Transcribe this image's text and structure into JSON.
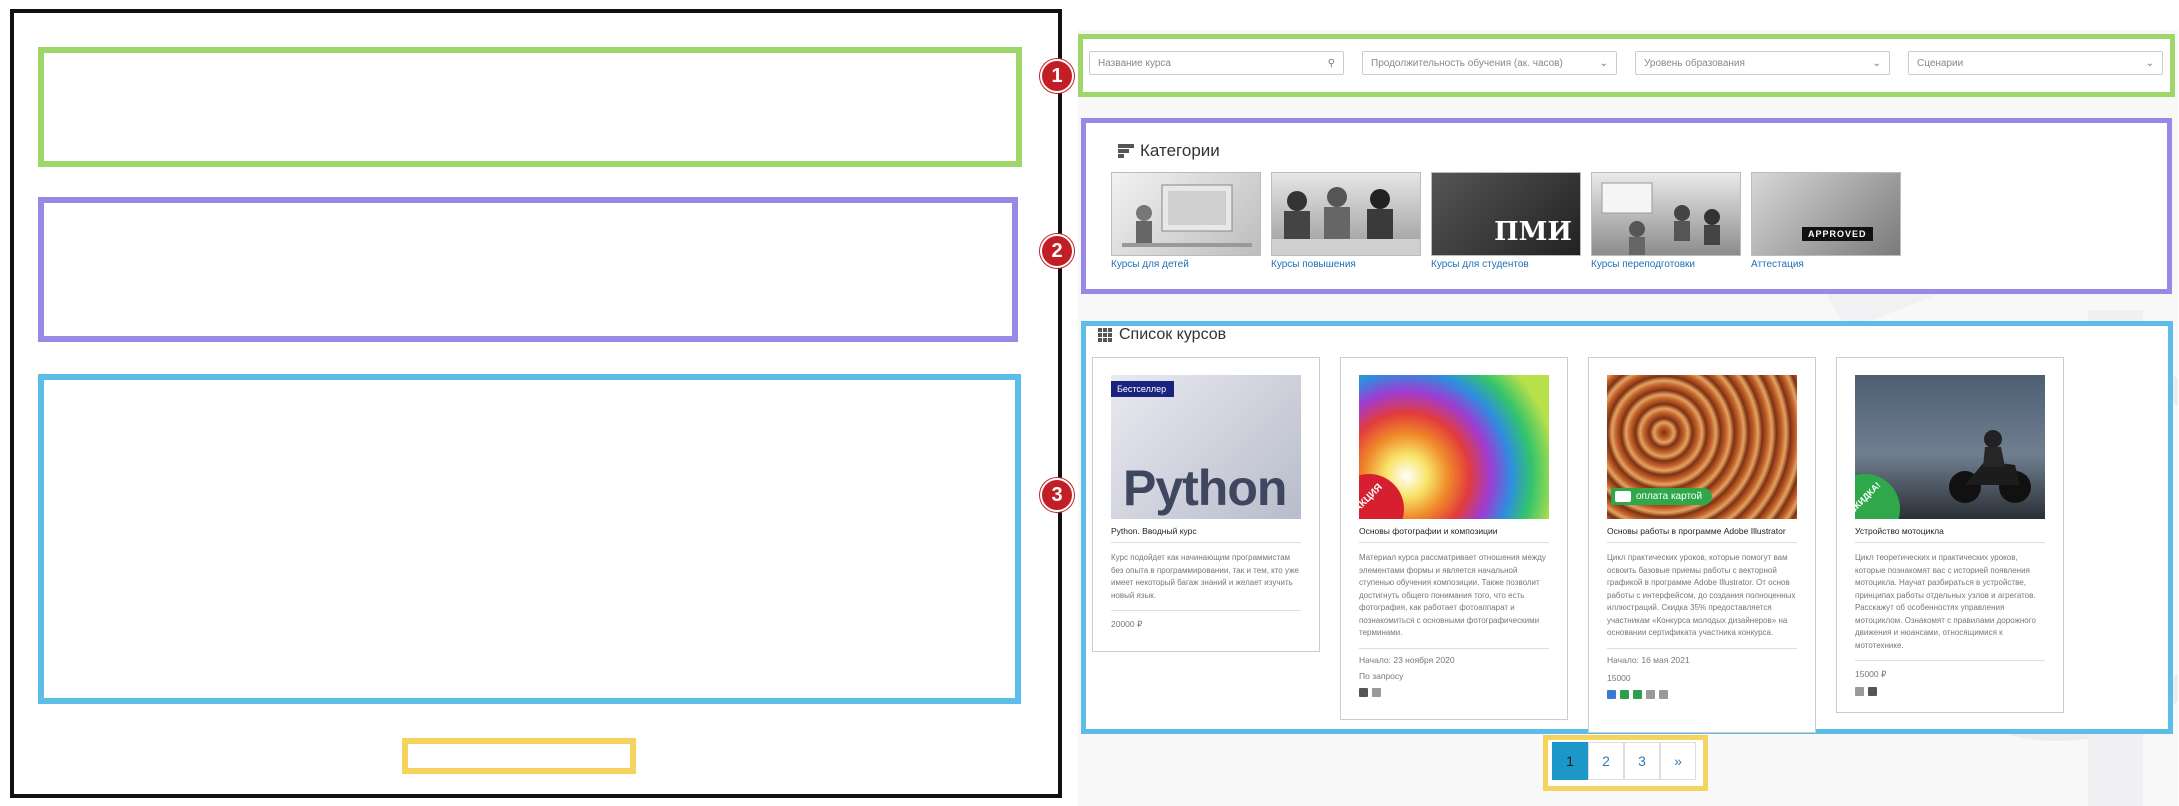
{
  "markers": [
    "1",
    "2",
    "3"
  ],
  "filters": {
    "search_placeholder": "Название курса",
    "duration": "Продолжительность обучения (ак. часов)",
    "level": "Уровень образования",
    "scenario": "Сценарии"
  },
  "categories": {
    "title": "Категории",
    "items": [
      {
        "label": "Курсы для детей"
      },
      {
        "label": "Курсы повышения"
      },
      {
        "label": "Курсы для студентов",
        "overlay": "ПМИ"
      },
      {
        "label": "Курсы переподготовки"
      },
      {
        "label": "Аттестация",
        "overlay": "APPROVED"
      }
    ]
  },
  "courses": {
    "title": "Список курсов",
    "items": [
      {
        "badge": "Бестселлер",
        "image_text": "Python",
        "title": "Python. Вводный курс",
        "desc": "Курс подойдет как начинающим программистам без опыта в программировании, так и тем, кто уже имеет некоторый багаж знаний и желает изучить новый язык.",
        "start": "",
        "request": "",
        "price": "20000 ₽"
      },
      {
        "corner": "АКЦИЯ",
        "title": "Основы фотографии и композиции",
        "desc": "Материал курса рассматривает отношения между элементами формы и является начальной ступенью обучения композиции. Также позволит достигнуть общего понимания того, что есть фотография, как работает фотоаппарат и познакомиться с основными фотографическими терминами.",
        "start": "Начало: 23 ноября 2020",
        "request": "По запросу",
        "price": ""
      },
      {
        "pay": "оплата картой",
        "title": "Основы работы в программе Adobe Illustrator",
        "desc": "Цикл практических уроков, которые помогут вам освоить базовые приемы работы с векторной графикой в программе Adobe Illustrator. От основ работы с интерфейсом, до создания полноценных иллюстраций. Скидка 35% предоставляется участникам «Конкурса молодых дизайнеров» на основании сертификата участника конкурса.",
        "start": "Начало: 16 мая 2021",
        "request": "",
        "price": "15000"
      },
      {
        "corner": "СКИДКА!",
        "title": "Устройство мотоцикла",
        "desc": "Цикл теоретических и практических уроков, которые познакомят вас с историей появления мотоцикла. Научат разбираться в устройстве, принципах работы отдельных узлов и агрегатов. Расскажут об особенностях управления мотоциклом. Ознакомят с правилами дорожного движения и нюансами, относящимися к мототехнике.",
        "start": "",
        "request": "",
        "price": "15000 ₽"
      }
    ]
  },
  "pagination": {
    "pages": [
      "1",
      "2",
      "3"
    ],
    "next": "»",
    "active": "1"
  },
  "colors": {
    "filter_frame": "#9fd66a",
    "category_frame": "#9b87e6",
    "list_frame": "#5cbde8",
    "pagination_frame": "#f4d35e",
    "marker": "#c21e25",
    "active_page": "#1b98c7"
  }
}
